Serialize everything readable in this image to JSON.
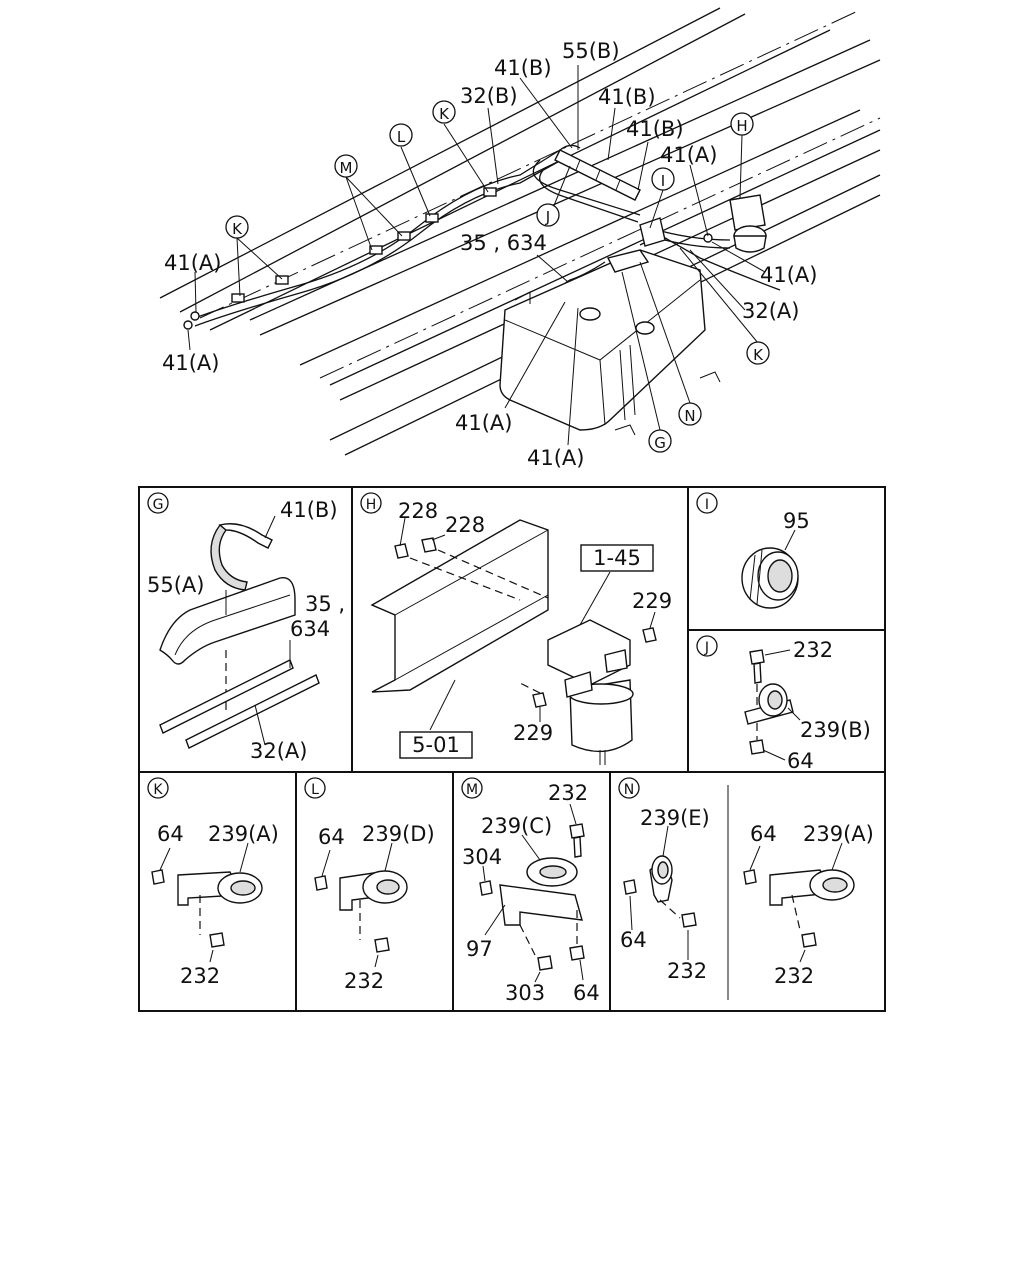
{
  "diagram": {
    "overview_callouts": [
      {
        "id": "o1",
        "text": "41(B)"
      },
      {
        "id": "o2",
        "text": "55(B)"
      },
      {
        "id": "o3",
        "text": "32(B)"
      },
      {
        "id": "o4",
        "text": "41(B)"
      },
      {
        "id": "o5",
        "text": "41(B)"
      },
      {
        "id": "o6",
        "text": "41(A)"
      },
      {
        "id": "o7",
        "text": "41(A)"
      },
      {
        "id": "o8",
        "text": "41(A)"
      },
      {
        "id": "o9",
        "text": "35 , 634"
      },
      {
        "id": "o10",
        "text": "41(A)"
      },
      {
        "id": "o11",
        "text": "32(A)"
      },
      {
        "id": "o12",
        "text": "41(A)"
      },
      {
        "id": "o13",
        "text": "41(A)"
      }
    ],
    "overview_letters": [
      {
        "id": "lH",
        "text": "H"
      },
      {
        "id": "lL",
        "text": "L"
      },
      {
        "id": "lK1",
        "text": "K"
      },
      {
        "id": "lM",
        "text": "M"
      },
      {
        "id": "lK2",
        "text": "K"
      },
      {
        "id": "lI",
        "text": "I"
      },
      {
        "id": "lJ",
        "text": "J"
      },
      {
        "id": "lK3",
        "text": "K"
      },
      {
        "id": "lN",
        "text": "N"
      },
      {
        "id": "lG",
        "text": "G"
      }
    ],
    "panels": {
      "G": {
        "letter": "G",
        "labels": [
          "41(B)",
          "55(A)",
          "35 ,",
          "634",
          "32(A)"
        ]
      },
      "H": {
        "letter": "H",
        "labels": [
          "228",
          "228",
          "229",
          "229"
        ],
        "boxes": [
          "1-45",
          "5-01"
        ]
      },
      "I": {
        "letter": "I",
        "labels": [
          "95"
        ]
      },
      "J": {
        "letter": "J",
        "labels": [
          "232",
          "239(B)",
          "64"
        ]
      },
      "K": {
        "letter": "K",
        "labels": [
          "64",
          "239(A)",
          "232"
        ]
      },
      "L": {
        "letter": "L",
        "labels": [
          "64",
          "239(D)",
          "232"
        ]
      },
      "M": {
        "letter": "M",
        "labels": [
          "232",
          "239(C)",
          "304",
          "97",
          "303",
          "64"
        ]
      },
      "N": {
        "letter": "N",
        "labels": [
          "239(E)",
          "64",
          "232",
          "64",
          "239(A)",
          "232"
        ]
      }
    }
  }
}
